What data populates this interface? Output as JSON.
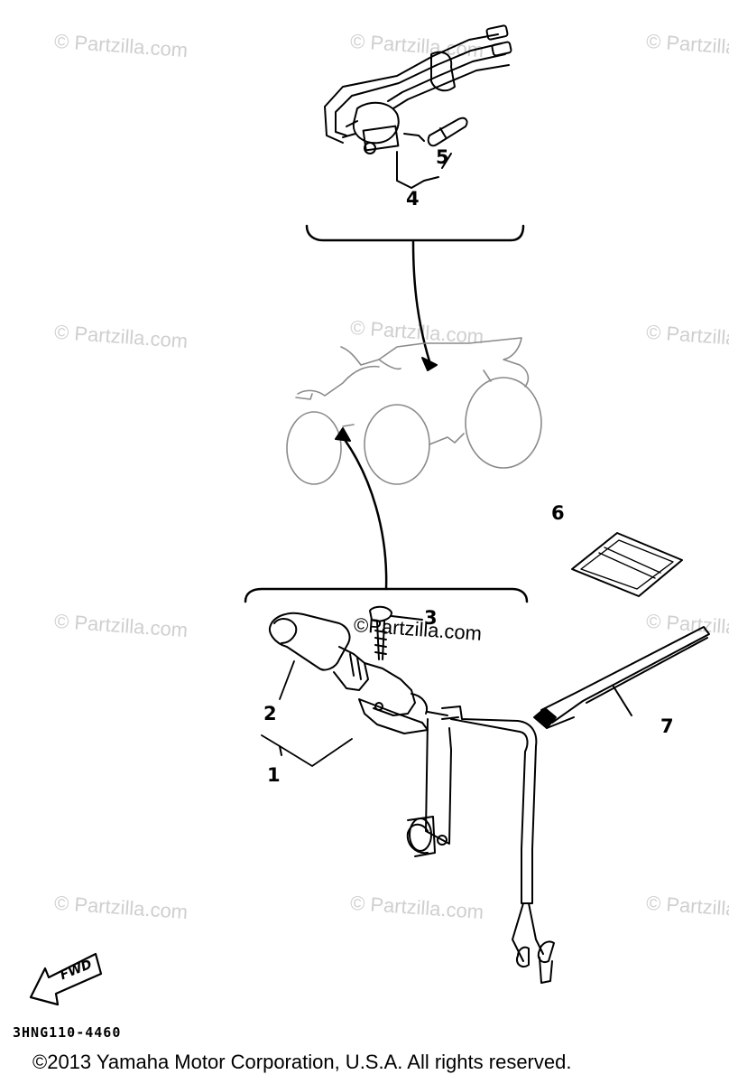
{
  "watermark": {
    "text": "© Partzilla.com",
    "inline_text": "©Partzilla.com"
  },
  "callouts": {
    "c1": "1",
    "c2": "2",
    "c3": "3",
    "c4": "4",
    "c5": "5",
    "c6": "6",
    "c7": "7"
  },
  "fwd_label": "FWD",
  "part_code": "3HNG110-4460",
  "copyright": "©2013  Yamaha Motor Corporation, U.S.A. All rights reserved.",
  "icons": {
    "direction": "fwd-arrow-icon"
  }
}
